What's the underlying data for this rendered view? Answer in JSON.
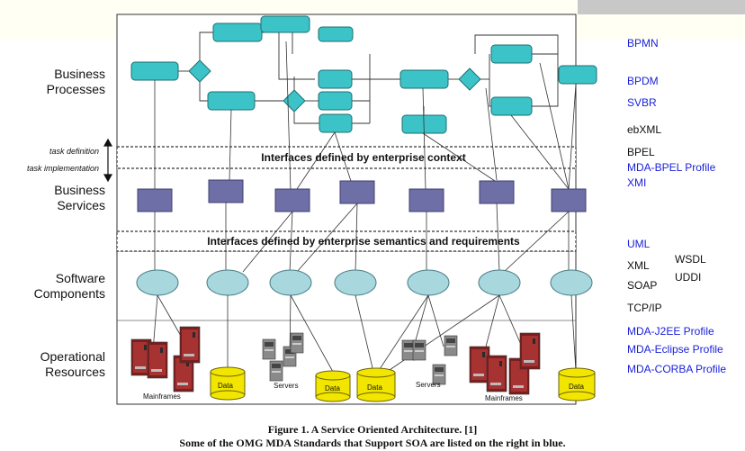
{
  "layers": {
    "business_processes": [
      "Business",
      "Processes"
    ],
    "business_services": [
      "Business",
      "Services"
    ],
    "software_components": [
      "Software",
      "Components"
    ],
    "operational_resources": [
      "Operational",
      "Resources"
    ]
  },
  "task": {
    "definition": "task definition",
    "implementation": "task implementation"
  },
  "interfaces": {
    "context": "Interfaces defined by enterprise context",
    "semantics": "Interfaces defined by enterprise semantics and requirements"
  },
  "standards": {
    "bpmn": "BPMN",
    "bpdm": "BPDM",
    "svbr": "SVBR",
    "ebxml": "ebXML",
    "bpel": "BPEL",
    "mda_bpel": "MDA-BPEL Profile",
    "xmi": "XMI",
    "uml": "UML",
    "xml": "XML",
    "wsdl": "WSDL",
    "uddi": "UDDI",
    "soap": "SOAP",
    "tcpip": "TCP/IP",
    "mda_j2ee": "MDA-J2EE Profile",
    "mda_eclipse": "MDA-Eclipse Profile",
    "mda_corba": "MDA-CORBA Profile"
  },
  "resources": {
    "mainframes": "Mainframes",
    "servers": "Servers",
    "data": "Data"
  },
  "caption": {
    "line1": "Figure 1. A Service Oriented Architecture. [1]",
    "line2": "Some of the OMG MDA Standards that Support SOA are listed on the right in blue."
  },
  "colors": {
    "process_box": "#3cc3c8",
    "service_box": "#6f6fa8",
    "component": "#a8d8de",
    "data_cylinder": "#f2e600",
    "standard_blue": "#1a22d8",
    "mainframe": "#9a2a2a"
  }
}
